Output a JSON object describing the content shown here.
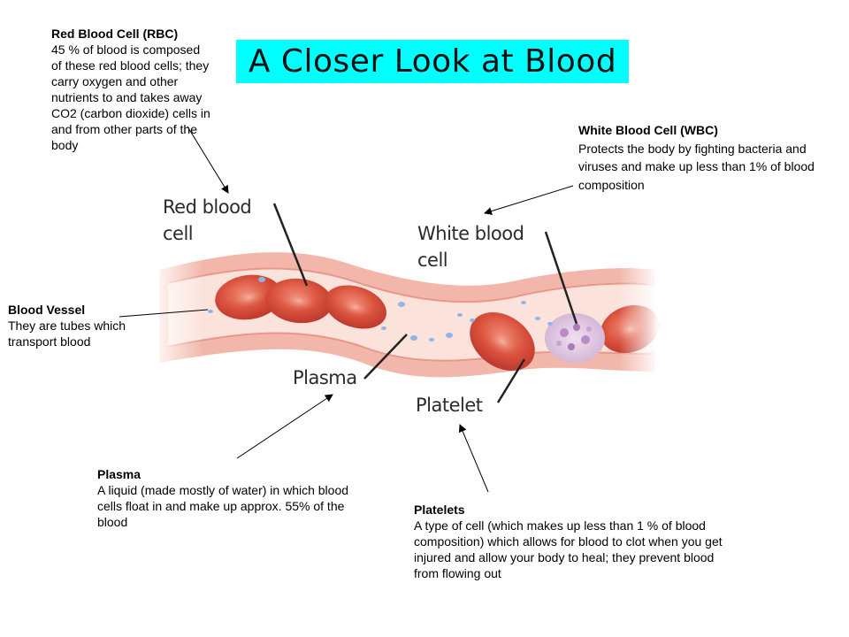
{
  "title": "A Closer Look at Blood",
  "annotations": {
    "rbc": {
      "heading": "Red Blood Cell (RBC)",
      "lines": [
        "45 % of blood is composed",
        "of these red blood cells; they",
        "carry oxygen and other",
        "nutrients to and takes away",
        "CO2 (carbon dioxide) cells in",
        "and from other parts of the",
        "body"
      ]
    },
    "wbc": {
      "heading": "White Blood Cell (WBC)",
      "lines": [
        "Protects the body by fighting bacteria and",
        "viruses and make up less than 1% of blood",
        "composition"
      ]
    },
    "vessel": {
      "heading": "Blood Vessel",
      "lines": [
        "They are tubes which",
        "transport blood"
      ]
    },
    "plasma": {
      "heading": "Plasma",
      "lines": [
        "A liquid (made mostly of water) in which blood",
        "cells float in and make up approx. 55% of the",
        "blood"
      ]
    },
    "platelets": {
      "heading": "Platelets",
      "lines": [
        "A type of cell (which makes up less than 1 % of blood",
        "composition) which allows for blood to clot when you get",
        "injured and allow your body to heal; they prevent blood",
        "from flowing out"
      ]
    }
  },
  "image_labels": {
    "red_blood_cell": [
      "Red blood",
      "cell"
    ],
    "white_blood_cell": [
      "White blood",
      "cell"
    ],
    "plasma": "Plasma",
    "platelet": "Platelet"
  },
  "colors": {
    "title_background": "#00ffff",
    "vessel_wall": "#f2b7aa",
    "vessel_lumen": "#fbe3dc",
    "red_cell": "#d9503c",
    "white_cell": "#e6cde6",
    "platelet": "#8fb4ea"
  }
}
